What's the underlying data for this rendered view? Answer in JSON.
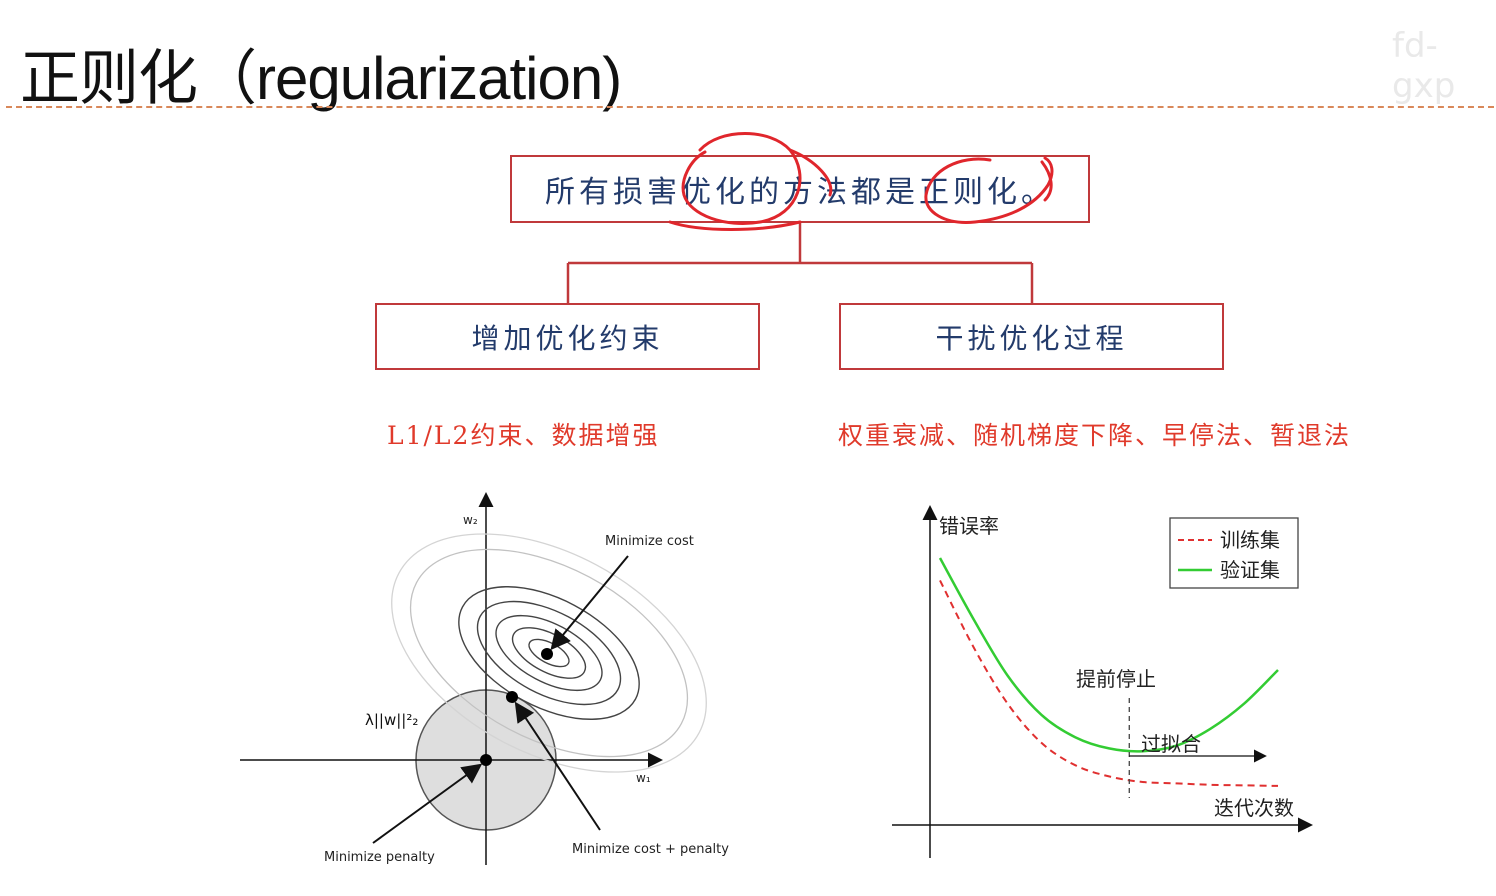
{
  "slide": {
    "title": "正则化（regularization)",
    "watermark": "fd-gxp"
  },
  "tree": {
    "root": "所有损害优化的方法都是正则化。",
    "left_branch": "增加优化约束",
    "right_branch": "干扰优化过程",
    "left_examples": "L1/L2约束、数据增强",
    "right_examples": "权重衰减、随机梯度下降、早停法、暂退法"
  },
  "left_figure": {
    "axis_y_label": "w₂",
    "axis_x_label": "w₁",
    "label_minimize_cost": "Minimize cost",
    "label_penalty_term": "λ||w||²₂",
    "label_minimize_penalty": "Minimize penalty",
    "label_minimize_cost_penalty": "Minimize cost + penalty"
  },
  "right_figure": {
    "y_label": "错误率",
    "x_label": "迭代次数",
    "legend_train": "训练集",
    "legend_val": "验证集",
    "annotation_early_stop": "提前停止",
    "annotation_overfit": "过拟合"
  },
  "chart_data": {
    "type": "line",
    "title": "",
    "xlabel": "迭代次数",
    "ylabel": "错误率",
    "series": [
      {
        "name": "训练集",
        "style": "dashed",
        "color": "#e03030",
        "x": [
          0,
          1,
          2,
          3,
          4,
          5,
          6,
          7,
          8,
          9,
          10
        ],
        "y": [
          0.82,
          0.58,
          0.38,
          0.24,
          0.16,
          0.12,
          0.1,
          0.095,
          0.09,
          0.088,
          0.086
        ]
      },
      {
        "name": "验证集",
        "style": "solid",
        "color": "#33cc33",
        "x": [
          0,
          1,
          2,
          3,
          4,
          5,
          6,
          7,
          8,
          9,
          10
        ],
        "y": [
          0.9,
          0.68,
          0.48,
          0.34,
          0.26,
          0.22,
          0.21,
          0.23,
          0.29,
          0.38,
          0.5
        ]
      }
    ],
    "early_stop_x": 5.6,
    "legend_position": "top-right",
    "grid": false
  },
  "colors": {
    "box_border": "#c0393b",
    "box_text": "#233b6b",
    "caption_red": "#e03a2b",
    "title_rule": "#d9885a",
    "annotation_red": "#e0262c"
  }
}
